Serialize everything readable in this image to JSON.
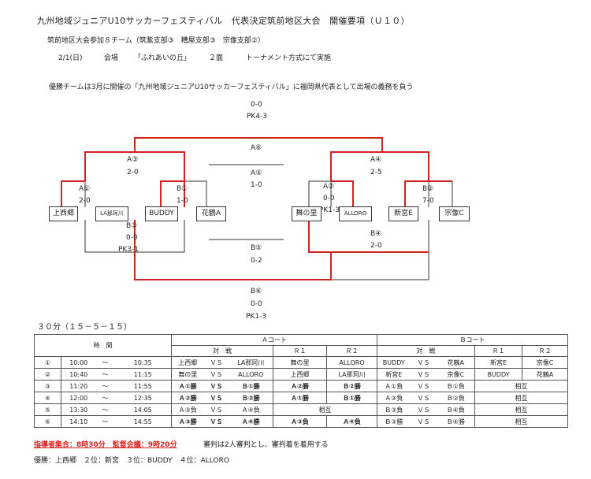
{
  "header": {
    "title": "九州地域ジュニアU10サッカーフェスティバル　代表決定筑前地区大会　開催要項（Ｕ１０）",
    "participants": "筑前地区大会参加８チーム（筑紫支部③　糟屋支部③　宗像支部②）",
    "date": "2/1(日)",
    "venue_label": "会場",
    "venue": "「ふれあいの丘」",
    "courts": "２面",
    "format": "トーナメント方式にて実施",
    "note": "優勝チームは3月に開催の「九州地域ジュニアU10サッカーフェスティバル」に福岡県代表として出場の義務を負う"
  },
  "bracket": {
    "teams": [
      "上西郷",
      "LA那珂川",
      "BUDDY",
      "花鶴A",
      "舞の里",
      "ALLORO",
      "新宮E",
      "宗像C"
    ],
    "final": {
      "score": "0-0",
      "pk": "PK4-3",
      "label": "A⑥"
    },
    "third": {
      "label": "B⑥",
      "score": "0-0",
      "pk": "PK1-3"
    },
    "semi_a": {
      "label": "A⑤",
      "score": "1-0"
    },
    "semi_b": {
      "label": "B⑤",
      "score": "0-2"
    },
    "a3": {
      "label": "A③",
      "score": "2-0"
    },
    "a4": {
      "label": "A④",
      "score": "2-5"
    },
    "a1": {
      "label": "A①",
      "score": "2-0"
    },
    "b1": {
      "label": "B①",
      "score": "1-0"
    },
    "a2": {
      "label": "A②",
      "score": "0-0",
      "pk": "PK1-3"
    },
    "b2": {
      "label": "B②",
      "score": "7-0"
    },
    "b3": {
      "label": "B③",
      "score": "0-0",
      "pk": "PK3-1"
    },
    "b4": {
      "label": "B④",
      "score": "2-0"
    }
  },
  "schedule": {
    "format_label": "３０分（１５－５－１５）",
    "time_header": "時　間",
    "court_a": "Ａコート",
    "court_b": "Ｂコート",
    "match_header": "対　戦",
    "r1": "Ｒ１",
    "r2": "Ｒ２",
    "vs": "ＶＳ",
    "tilde": "～",
    "rows": [
      {
        "no": "①",
        "start": "10:00",
        "end": "10:35",
        "a_home": "上西郷",
        "a_away": "LA那珂川",
        "a_r1": "舞の里",
        "a_r2": "ALLORO",
        "b_home": "BUDDY",
        "b_away": "花鶴A",
        "b_r1": "新宮E",
        "b_r2": "宗像C"
      },
      {
        "no": "②",
        "start": "10:40",
        "end": "11:15",
        "a_home": "舞の里",
        "a_away": "ALLORO",
        "a_r1": "上西郷",
        "a_r2": "LA那珂川",
        "b_home": "新宮E",
        "b_away": "宗像C",
        "b_r1": "BUDDY",
        "b_r2": "花鶴A"
      },
      {
        "no": "③",
        "start": "11:20",
        "end": "11:55",
        "a_home": "Ａ①勝",
        "a_away": "Ｂ①勝",
        "a_r1": "Ａ②勝",
        "a_r2": "Ｂ②勝",
        "b_home": "Ａ①負",
        "b_away": "Ｂ①負",
        "b_ref": "相互"
      },
      {
        "no": "④",
        "start": "12:00",
        "end": "12:35",
        "a_home": "Ａ②勝",
        "a_away": "Ｂ②勝",
        "a_r1": "Ａ①勝",
        "a_r2": "Ｂ①勝",
        "b_home": "Ａ②負",
        "b_away": "Ｂ②負",
        "b_ref": "相互"
      },
      {
        "no": "⑤",
        "start": "13:30",
        "end": "14:05",
        "a_home": "Ａ③負",
        "a_away": "Ａ④負",
        "a_ref": "相互",
        "b_home": "Ｂ③負",
        "b_away": "Ｂ④負",
        "b_ref": "相互"
      },
      {
        "no": "⑥",
        "start": "14:10",
        "end": "14:55",
        "a_home": "Ａ③勝",
        "a_away": "Ａ④勝",
        "a_r1": "Ａ③負",
        "a_r2": "Ａ④負",
        "b_home": "Ｂ③勝",
        "b_away": "Ｂ④勝",
        "b_ref": "相互"
      }
    ]
  },
  "footer": {
    "meeting": "指導者集合：8時30分　監督会議：9時20分",
    "referee_note": "審判は2人審判とし、審判着を着用する",
    "results": "優勝：上西郷　２位：新宮　３位：BUDDY　４位：ALLORO"
  },
  "colors": {
    "winner_line": "#d22222",
    "line": "#333333"
  }
}
